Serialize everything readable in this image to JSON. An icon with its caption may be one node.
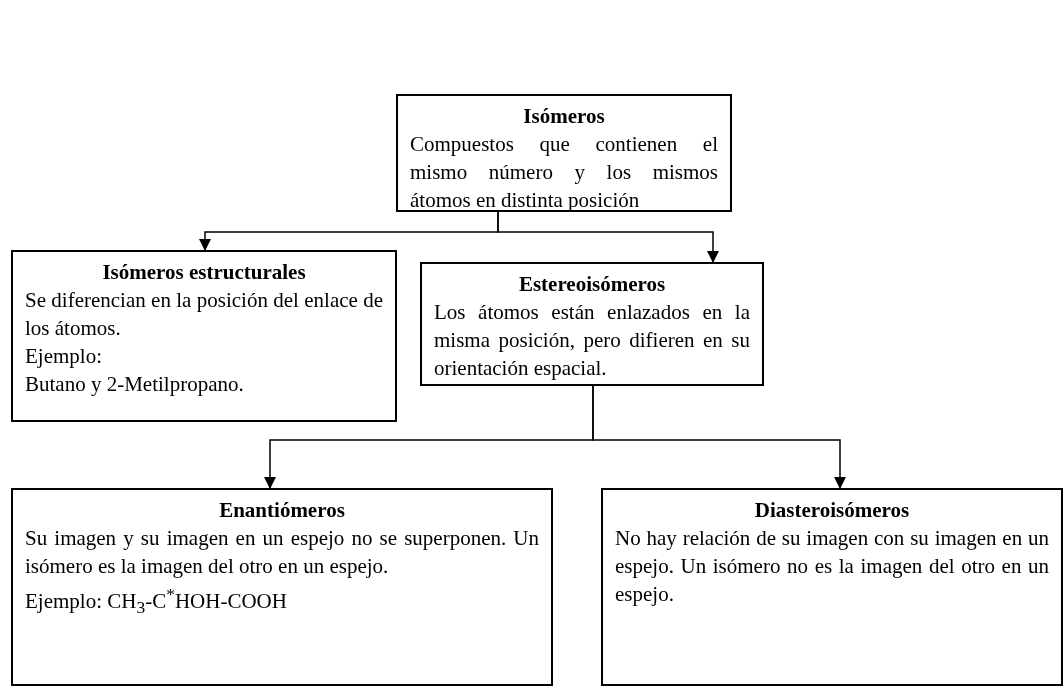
{
  "diagram": {
    "nodes": [
      {
        "text": [
          "Isómeros",
          "Compuestos que contienen el mismo número y los mismos átomos en distinta posición"
        ]
      },
      {
        "text": [
          "Isómeros estructurales",
          "Se diferencian en la posición del enlace de los átomos.",
          "Ejemplo:",
          "Butano y 2-Metilpropano."
        ]
      },
      {
        "text": [
          "Estereoisómeros",
          "Los átomos están enlazados en la misma posición, pero difieren en su orientación espacial."
        ]
      },
      {
        "text": [
          "Enantiómeros",
          "Su imagen y su imagen en un espejo no se superponen. Un isómero es la imagen del otro en un espejo.",
          "Ejemplo: CH$_{3}$-C$^{*}$HOH-COOH"
        ]
      },
      {
        "text": [
          "Diasteroisómeros",
          "No hay relación de su imagen con su imagen en un espejo. Un isómero no es la imagen del otro en un espejo."
        ]
      }
    ],
    "edges": [
      {
        "from": 0,
        "to": 1,
        "arrow": "to"
      },
      {
        "from": 0,
        "to": 2,
        "arrow": "to"
      },
      {
        "from": 2,
        "to": 3,
        "arrow": "to"
      },
      {
        "from": 2,
        "to": 4,
        "arrow": "to"
      }
    ]
  }
}
